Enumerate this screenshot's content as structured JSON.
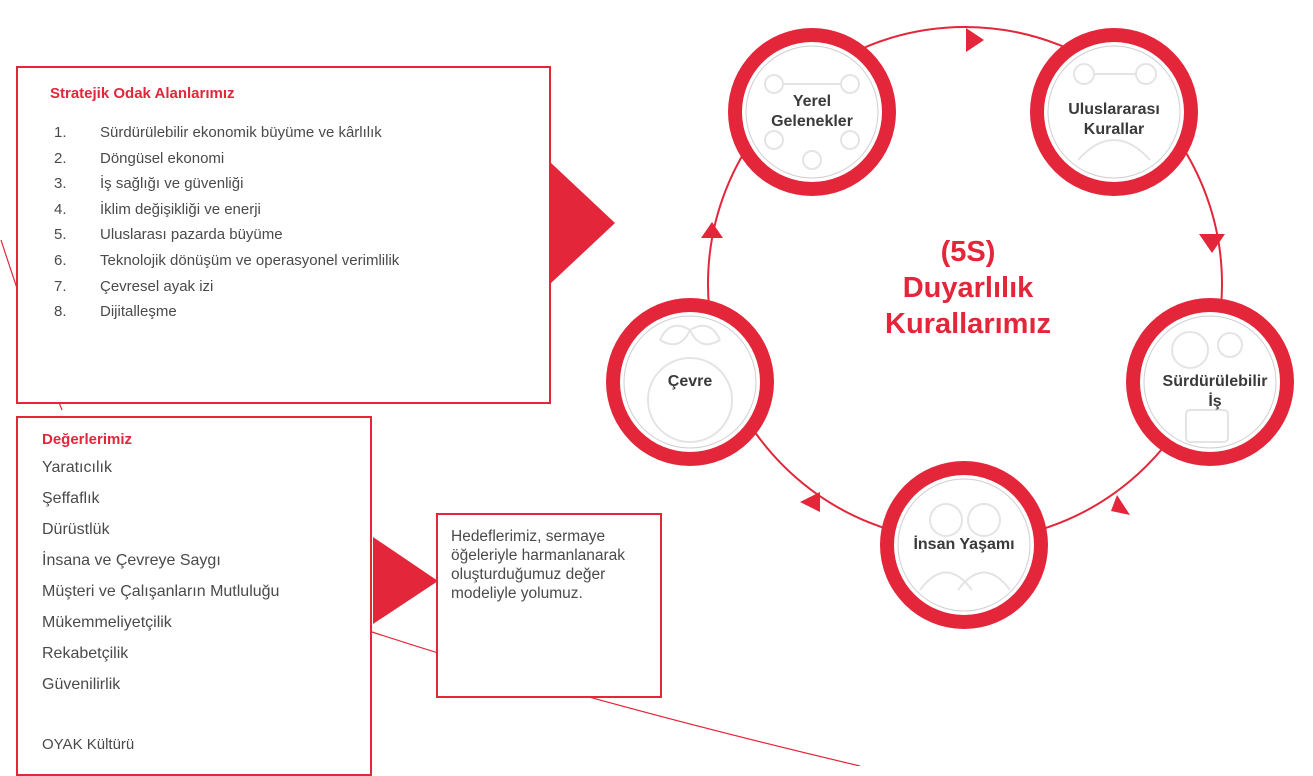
{
  "strategic_focus": {
    "title": "Stratejik Odak Alanlarımız",
    "items": [
      {
        "num": "1.",
        "text": "Sürdürülebilir ekonomik büyüme ve kârlılık"
      },
      {
        "num": "2.",
        "text": "Döngüsel ekonomi"
      },
      {
        "num": "3.",
        "text": "İş sağlığı ve güvenliği"
      },
      {
        "num": "4.",
        "text": "İklim değişikliği ve enerji"
      },
      {
        "num": "5.",
        "text": "Uluslarası pazarda büyüme"
      },
      {
        "num": "6.",
        "text": "Teknolojik dönüşüm ve operasyonel verimlilik"
      },
      {
        "num": "7.",
        "text": "Çevresel ayak izi"
      },
      {
        "num": "8.",
        "text": "Dijitalleşme"
      }
    ]
  },
  "values": {
    "title": "Değerlerimiz",
    "items": [
      "Yaratıcılık",
      "Şeffaflık",
      "Dürüstlük",
      "İnsana ve Çevreye Saygı",
      "Müşteri ve Çalışanların Mutluluğu",
      "Mükemmeliyetçilik",
      "Rekabetçilik",
      "Güvenilirlik"
    ],
    "footer": "OYAK Kültürü"
  },
  "goal_text": "Hedeflerimiz, sermaye öğeleriyle harmanlanarak oluşturduğumuz değer modeliyle yolumuz.",
  "cycle": {
    "center_title_line1": "(5S)",
    "center_title_line2": "Duyarlılık",
    "center_title_line3": "Kurallarımız",
    "nodes": [
      {
        "line1": "Yerel",
        "line2": "Gelenekler",
        "icon": "people-network-icon"
      },
      {
        "line1": "Uluslararası",
        "line2": "Kurallar",
        "icon": "handshake-icon"
      },
      {
        "line1": "Sürdürülebilir",
        "line2": "İş",
        "icon": "gear-person-icon"
      },
      {
        "line1": "İnsan Yaşamı",
        "line2": "",
        "icon": "people-icon"
      },
      {
        "line1": "Çevre",
        "line2": "",
        "icon": "globe-leaf-icon"
      }
    ]
  },
  "colors": {
    "accent": "#e3263a",
    "text": "#3a3a3a"
  }
}
